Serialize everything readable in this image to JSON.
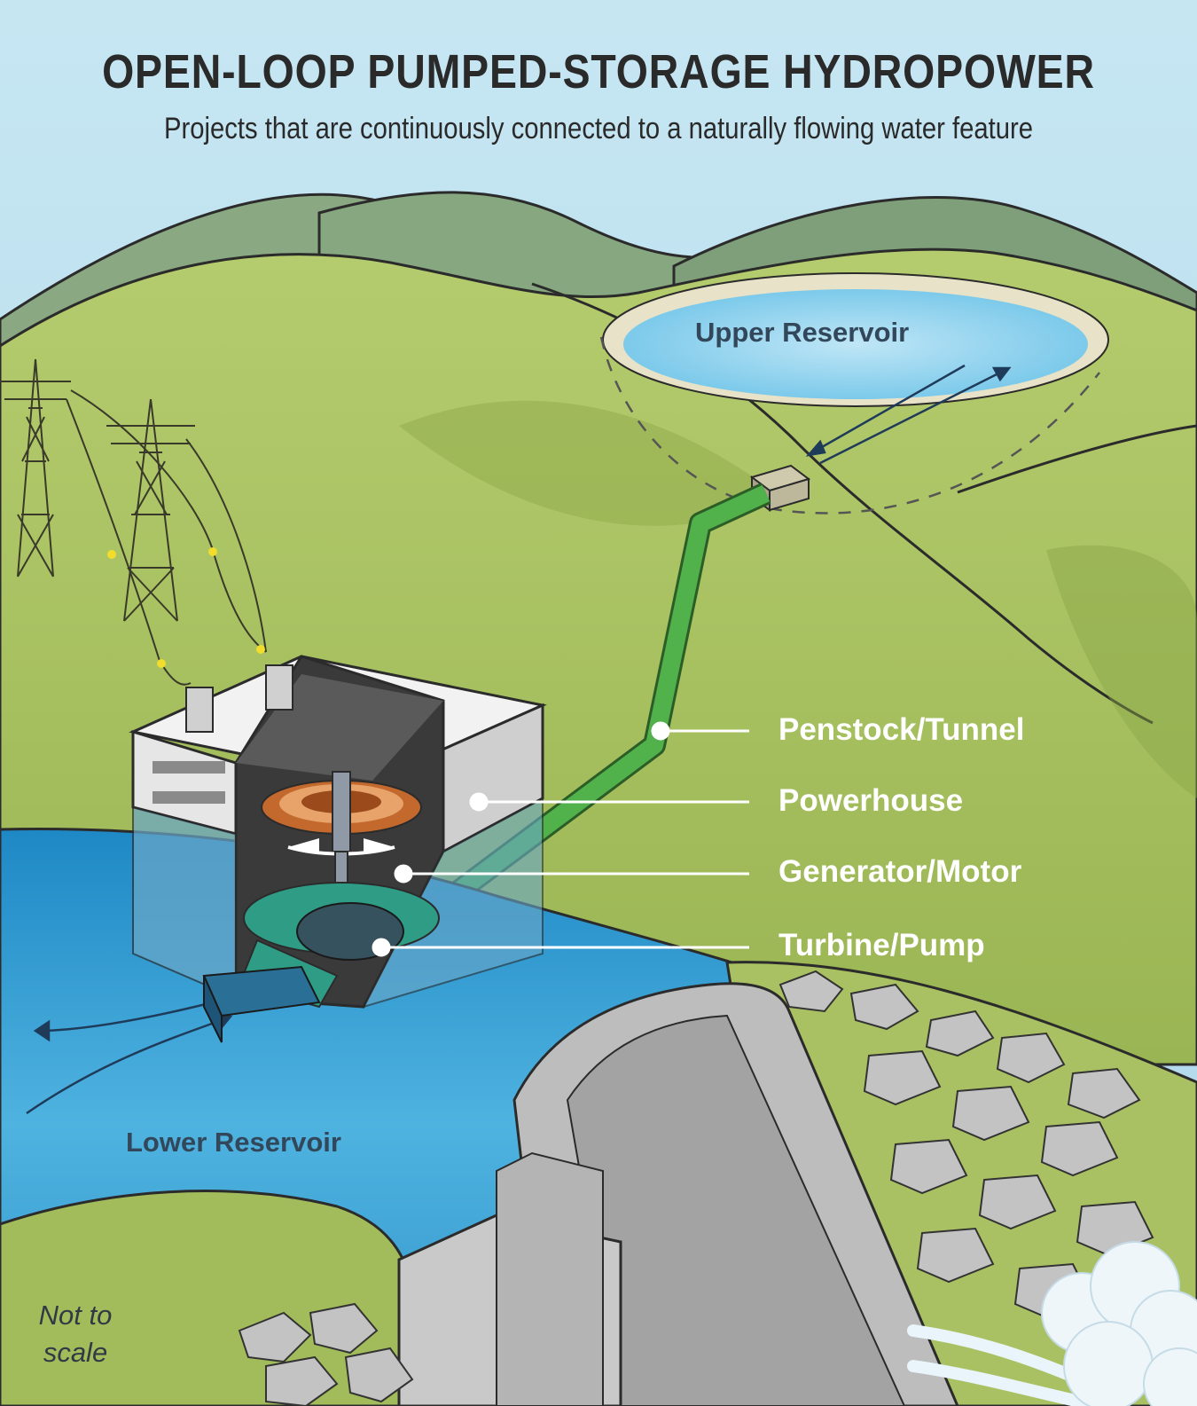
{
  "title": "OPEN-LOOP PUMPED-STORAGE HYDROPOWER",
  "subtitle": "Projects that are continuously connected to a naturally flowing water feature",
  "labels": {
    "upper_reservoir": "Upper Reservoir",
    "lower_reservoir": "Lower Reservoir",
    "penstock": "Penstock/Tunnel",
    "powerhouse": "Powerhouse",
    "generator": "Generator/Motor",
    "turbine": "Turbine/Pump"
  },
  "note": {
    "line1": "Not to",
    "line2": "scale"
  },
  "colors": {
    "sky": "#bfe0ee",
    "hills": "#a9c163",
    "far_hills": "#7fa082",
    "water": "#3ea2d4",
    "penstock": "#4cae49",
    "dam": "#b9b9b9"
  }
}
